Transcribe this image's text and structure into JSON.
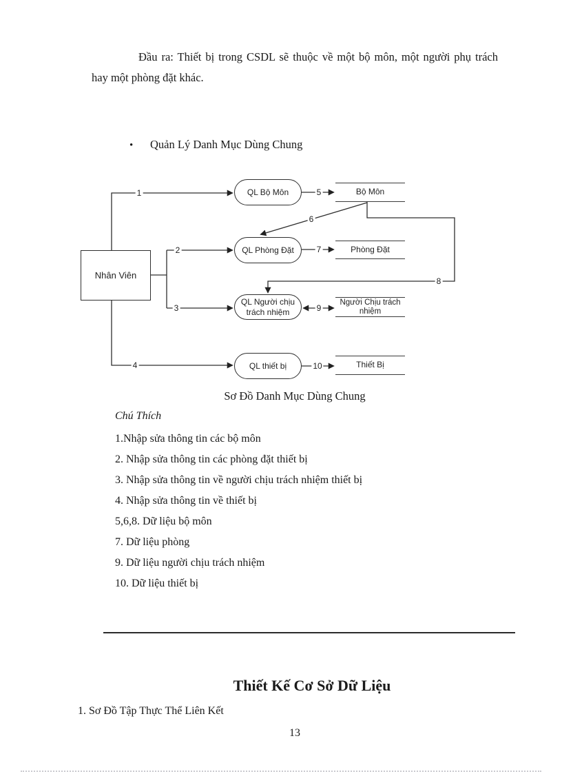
{
  "page": {
    "paragraph": "Đầu ra: Thiết bị trong CSDL sẽ thuộc về một bộ môn, một người phụ trách hay một phòng đặt khác.",
    "bullet_glyph": "•",
    "bullet_item": "Quản Lý Danh Mục Dùng Chung",
    "caption": "Sơ Đồ Danh Mục Dùng Chung",
    "notes_title": "Chú Thích",
    "section_heading": "Thiết Kế Cơ Sở Dữ Liệu",
    "subsection": "1. Sơ Đồ Tập Thực Thể Liên Kết",
    "page_number": "13"
  },
  "diagram": {
    "external_entity": "Nhân Viên",
    "processes": [
      "QL Bộ Môn",
      "QL Phòng Đặt",
      "QL Người chịu trách nhiệm",
      "QL thiết bị"
    ],
    "data_stores": [
      "Bộ Môn",
      "Phòng Đặt",
      "Người Chịu trách nhiệm",
      "Thiết Bị"
    ],
    "flow_labels": [
      "1",
      "2",
      "3",
      "4",
      "5",
      "6",
      "7",
      "8",
      "9",
      "10"
    ]
  },
  "notes": {
    "items": [
      "1.Nhập sửa thông tin các bộ môn",
      "2. Nhập sửa thông tin các phòng đặt thiết bị",
      "3. Nhập sửa thông tin về người chịu trách nhiệm thiết bị",
      "4. Nhập sửa thông tin về thiết bị",
      "5,6,8.  Dữ liệu bộ môn",
      "7. Dữ liệu phòng",
      "9. Dữ liệu người chịu trách nhiệm",
      "10. Dữ liệu thiết bị"
    ]
  }
}
